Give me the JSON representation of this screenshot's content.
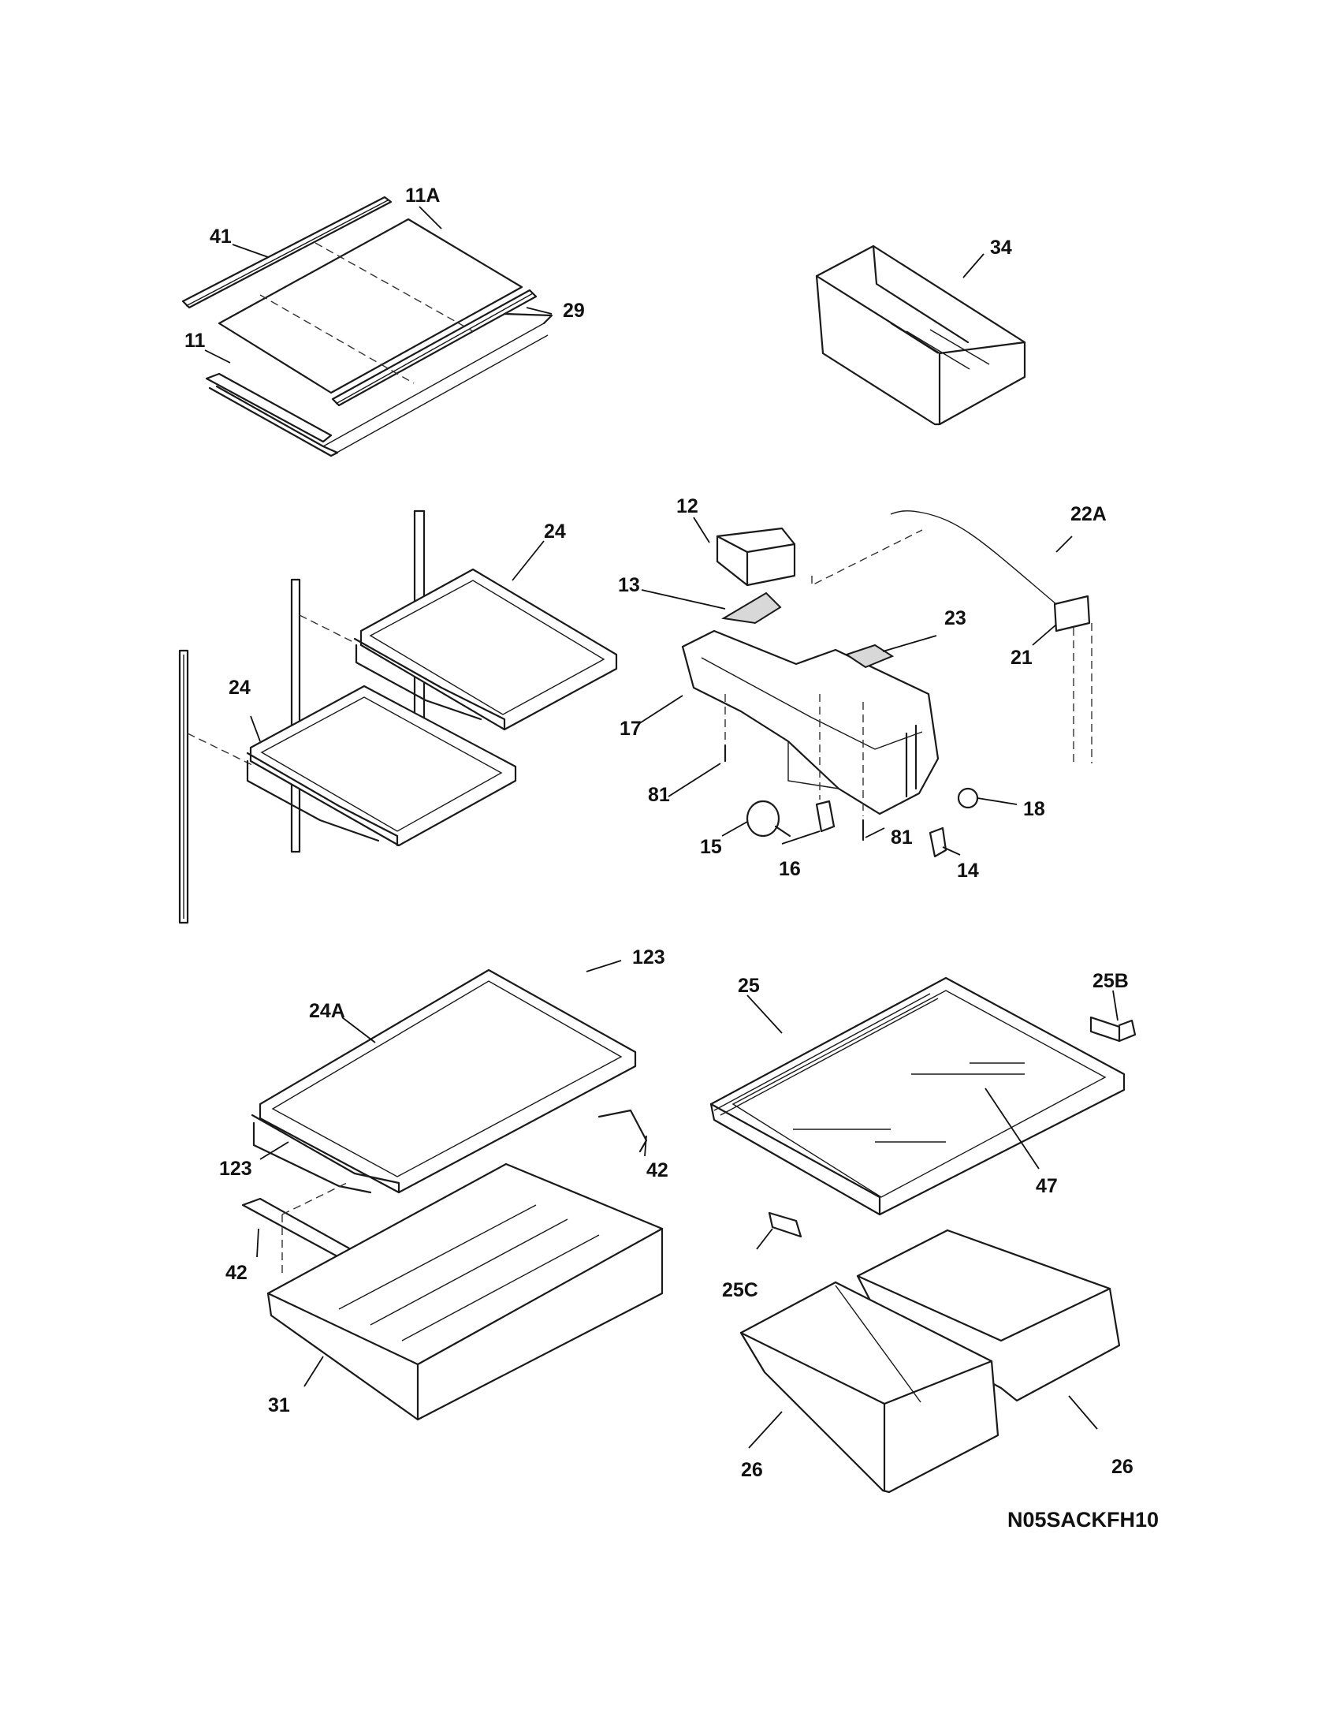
{
  "diagram_code": "N05SACKFH10",
  "callouts": {
    "c41": "41",
    "c11A": "11A",
    "c29": "29",
    "c11": "11",
    "c34": "34",
    "c12": "12",
    "c22A": "22A",
    "c24_upper": "24",
    "c13": "13",
    "c23": "23",
    "c21": "21",
    "c24_lower": "24",
    "c17": "17",
    "c81_left": "81",
    "c18": "18",
    "c81_right": "81",
    "c15": "15",
    "c16": "16",
    "c14": "14",
    "c123_top": "123",
    "c25": "25",
    "c25B": "25B",
    "c24A": "24A",
    "c47": "47",
    "c123_left": "123",
    "c42_right": "42",
    "c42_left": "42",
    "c25C": "25C",
    "c31": "31",
    "c26_left": "26",
    "c26_right": "26"
  }
}
